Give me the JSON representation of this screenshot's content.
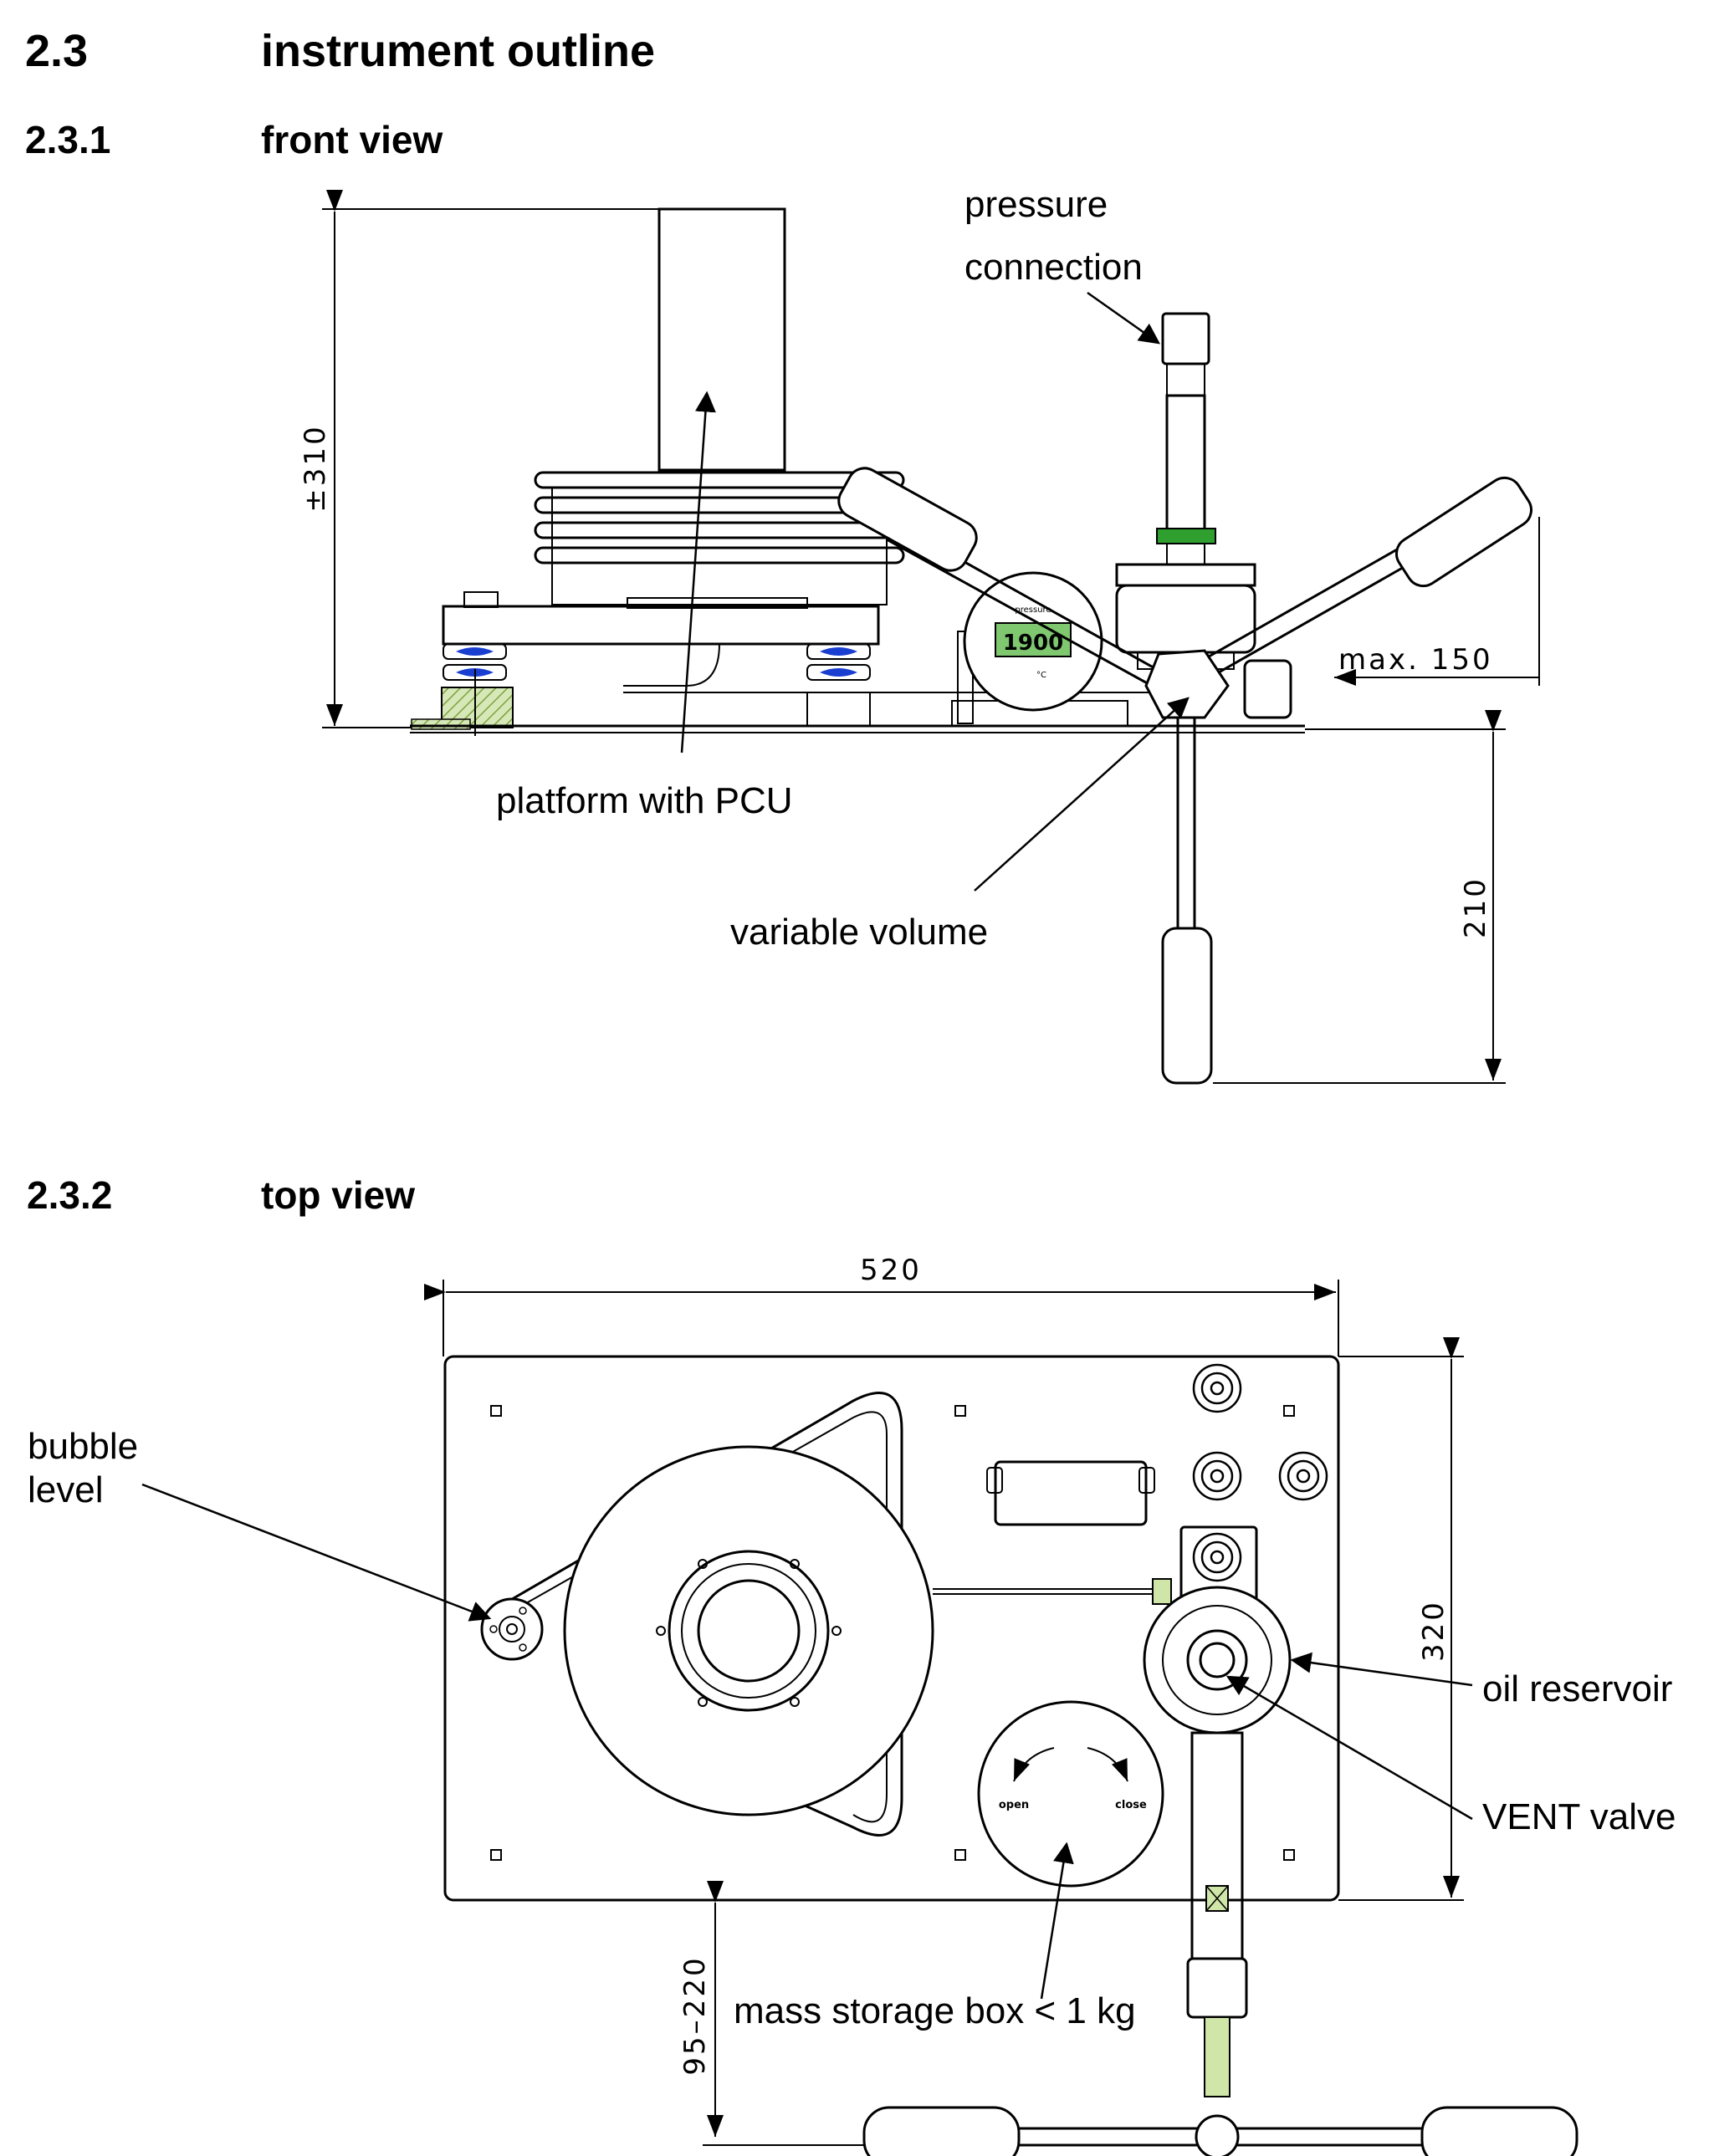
{
  "section": {
    "number": "2.3",
    "title": "instrument outline"
  },
  "front_view": {
    "number": "2.3.1",
    "title": "front view",
    "labels": {
      "pressure_connection_line1": "pressure",
      "pressure_connection_line2": "connection",
      "platform": "platform with PCU",
      "variable_volume": "variable volume"
    },
    "dimensions": {
      "height": "±310",
      "handle_reach": "max. 150",
      "lever_drop": "210"
    },
    "display": {
      "reading": "1900",
      "brand": "pressure",
      "unit": "°C"
    }
  },
  "top_view": {
    "number": "2.3.2",
    "title": "top view",
    "labels": {
      "bubble_level_line1": "bubble",
      "bubble_level_line2": "level",
      "oil_reservoir": "oil reservoir",
      "vent_valve": "VENT valve",
      "mass_storage": "mass storage box < 1 kg"
    },
    "dimensions": {
      "width": "520",
      "depth": "320",
      "handle_offset": "95–220"
    },
    "knob": {
      "open": "open",
      "close": "close"
    }
  },
  "colors": {
    "ink": "#000000",
    "blue_spring": "#1a3fd0",
    "green_knurl": "#2fa030",
    "hatch_green": "#8cb84a",
    "lcd": "#7fc870"
  }
}
